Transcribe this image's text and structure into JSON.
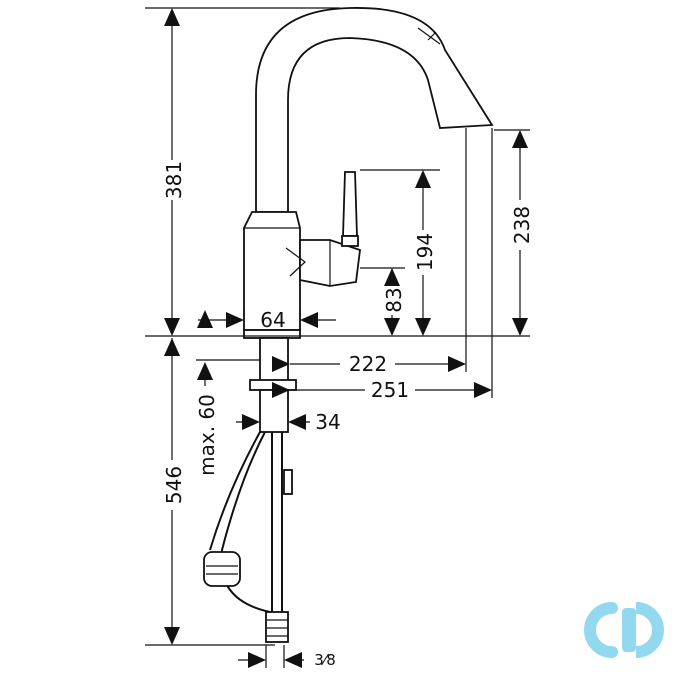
{
  "dimensions": {
    "height_total": "381",
    "spout_height": "238",
    "lever_height": "194",
    "outlet_height": "83",
    "body_diameter": "64",
    "reach_1": "222",
    "reach_2": "251",
    "counter_max": "max. 60",
    "shank_diameter": "34",
    "hose_length": "546",
    "connection": "3⁄8"
  },
  "logo": {
    "color": "#7fd3ee",
    "icon": "cd-logo-icon"
  }
}
